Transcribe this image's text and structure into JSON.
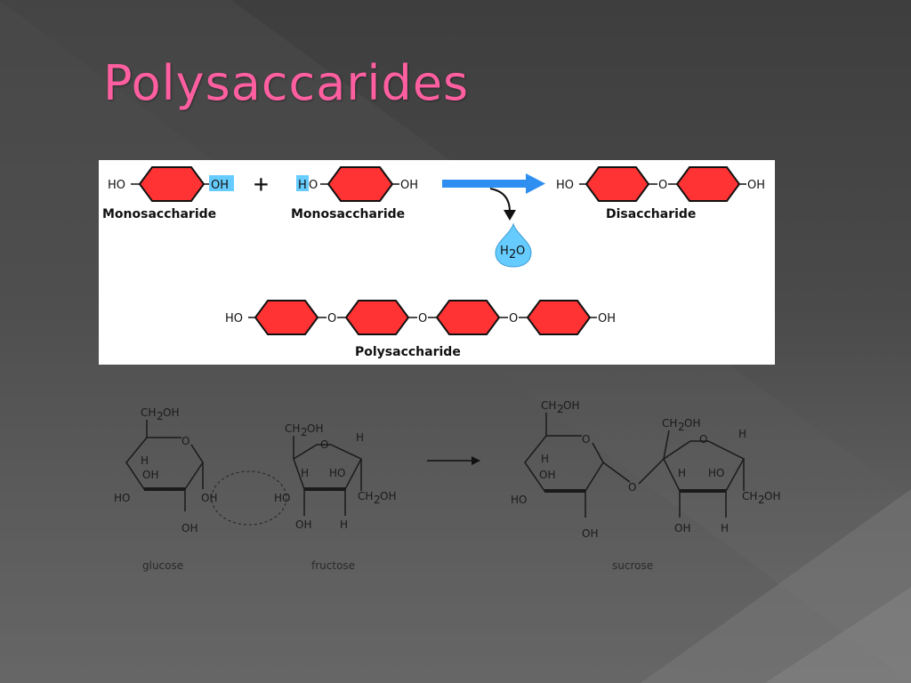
{
  "slide": {
    "title": "Polysaccarides",
    "title_color": "#ff5fa0"
  },
  "reaction": {
    "mono1": {
      "left": "HO",
      "right": "OH",
      "label": "Monosaccharide"
    },
    "plus": "+",
    "mono2": {
      "left_h": "H",
      "left_o": "O",
      "right": "OH",
      "label": "Monosaccharide"
    },
    "water": {
      "h": "H",
      "sub": "2",
      "o": "O"
    },
    "di": {
      "left": "HO",
      "link": "O",
      "right": "OH",
      "label": "Disaccharide"
    },
    "poly": {
      "left": "HO",
      "link": "O",
      "right": "OH",
      "label": "Polysaccharide"
    },
    "ring_color": "#ff3333",
    "highlight_color": "#66ccff",
    "arrow_color": "#2f8ff0"
  },
  "structures": {
    "glucose": {
      "ch2oh_c": "CH",
      "ch2oh_sub": "2",
      "ch2oh_oh": "OH",
      "ring_o": "O",
      "h1": "H",
      "oh1": "OH",
      "ho": "HO",
      "oh2": "OH",
      "oh3": "OH",
      "caption": "glucose"
    },
    "fructose": {
      "ch2oh_c": "CH",
      "ch2oh_sub": "2",
      "ch2oh_oh": "OH",
      "ring_o": "O",
      "h1": "H",
      "h2": "H",
      "ho1": "HO",
      "ho2": "HO",
      "ch2oh2_c": "CH",
      "ch2oh2_sub": "2",
      "ch2oh2_oh": "OH",
      "oh": "OH",
      "h3": "H",
      "caption": "fructose"
    },
    "sucrose": {
      "ch2oh_c": "CH",
      "ch2oh_sub": "2",
      "ch2oh_oh": "OH",
      "ring_o": "O",
      "h1": "H",
      "oh1": "OH",
      "ho": "HO",
      "oh2": "OH",
      "bridge_o": "O",
      "f_ch2oh_c": "CH",
      "f_ch2oh_sub": "2",
      "f_ch2oh_oh": "OH",
      "f_ring_o": "O",
      "f_h1": "H",
      "f_h2": "H",
      "f_ho": "HO",
      "f_ch2oh2_c": "CH",
      "f_ch2oh2_sub": "2",
      "f_ch2oh2_oh": "OH",
      "f_oh": "OH",
      "f_h3": "H",
      "caption": "sucrose"
    }
  }
}
